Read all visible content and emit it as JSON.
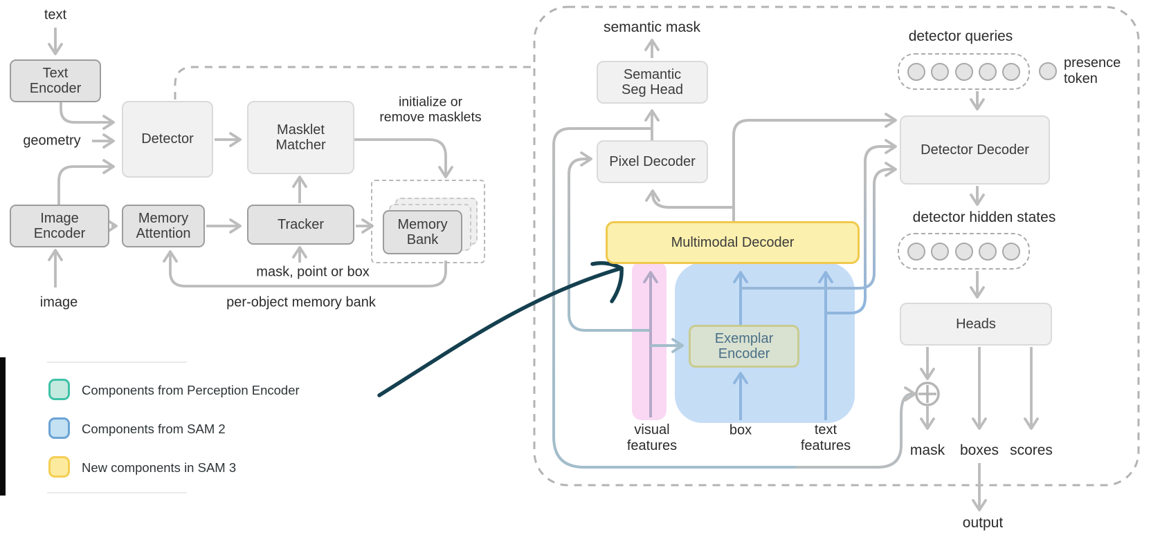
{
  "left_diagram": {
    "input_text": "text",
    "input_geometry": "geometry",
    "input_image": "image",
    "text_encoder": {
      "l1": "Text",
      "l2": "Encoder"
    },
    "detector": "Detector",
    "masklet_matcher": {
      "l1": "Masklet",
      "l2": "Matcher"
    },
    "image_encoder": {
      "l1": "Image",
      "l2": "Encoder"
    },
    "memory_attention": {
      "l1": "Memory",
      "l2": "Attention"
    },
    "tracker": "Tracker",
    "memory_bank": {
      "l1": "Memory",
      "l2": "Bank"
    },
    "note_masklets": {
      "l1": "initialize or",
      "l2": "remove masklets"
    },
    "note_mask_point_box": "mask, point or box",
    "note_per_object": "per-object memory bank"
  },
  "legend": {
    "items": [
      {
        "label": "Components from Perception Encoder",
        "fill": "#c4e9de",
        "border": "#3fc1a7"
      },
      {
        "label": "Components from SAM 2",
        "fill": "#c3e1f2",
        "border": "#6ba3d6"
      },
      {
        "label": "New components in SAM 3",
        "fill": "#fceb9e",
        "border": "#f5ce53"
      }
    ]
  },
  "right_panel": {
    "semantic_mask": "semantic mask",
    "semantic_seg_head": {
      "l1": "Semantic",
      "l2": "Seg Head"
    },
    "pixel_decoder": "Pixel Decoder",
    "multimodal_decoder": "Multimodal Decoder",
    "exemplar_encoder": {
      "l1": "Exemplar",
      "l2": "Encoder"
    },
    "detector_decoder": "Detector Decoder",
    "detector_queries": "detector queries",
    "presence_token": {
      "l1": "presence",
      "l2": "token"
    },
    "detector_hidden_states": "detector hidden states",
    "heads": "Heads",
    "visual_features": {
      "l1": "visual",
      "l2": "features"
    },
    "box_input": "box",
    "text_features": {
      "l1": "text",
      "l2": "features"
    },
    "out_mask": "mask",
    "out_boxes": "boxes",
    "out_scores": "scores",
    "output": "output"
  },
  "colors": {
    "wire_gray": "#bcbcbc",
    "wire_blue": "#8fb6de",
    "wire_bluegray": "#a3bdcb",
    "wire_lavender": "#b2a9c6",
    "annotation_teal": "#14404f",
    "yellow_fill": "#fcf0ae",
    "yellow_border": "#f0c94d",
    "blue_region": "#c6ddf6",
    "pink_region": "#fad8f4",
    "exemplar_fill": "#d9e1d1",
    "exemplar_border": "#c9cc90"
  }
}
